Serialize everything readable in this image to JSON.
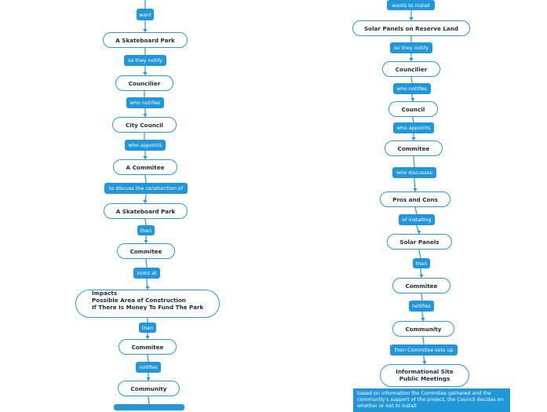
{
  "left_chain": {
    "links": [
      "want",
      "so they notify",
      "who notifies",
      "who appoints",
      "to discuss the consturction of",
      "then",
      "looks at",
      "then",
      "notifies"
    ],
    "nodes": [
      "A Skateboard Park",
      "Councilier",
      "City Council",
      "A Commitee",
      "A Skateboard Park",
      "Commitee"
    ],
    "impacts": [
      "Impacts",
      "Possible Area of Construction",
      "If There Is Money To Fund The Park"
    ],
    "nodes_lower": [
      "Commitee",
      "Community"
    ]
  },
  "right_chain": {
    "links": [
      "wants to install",
      "so they notify",
      "who notifies",
      "who appoints",
      "who discusses",
      "of installing",
      "then",
      "notifies",
      "then Commitee sets up"
    ],
    "nodes": [
      "Solar Panels on Reserve Land",
      "Councilier",
      "Council",
      "Commitee",
      "Pros and Cons",
      "Solar Panels",
      "Commitee",
      "Community"
    ],
    "final_node": [
      "Informational Site",
      "Public Meetings"
    ],
    "note": "based on information the Commitee gathered and the community's support of the project, the Council decides on whether or not to install"
  },
  "colors": {
    "accent": "#2196d8",
    "node_border": "#2a9ad6",
    "node_text": "#1e2a38"
  }
}
